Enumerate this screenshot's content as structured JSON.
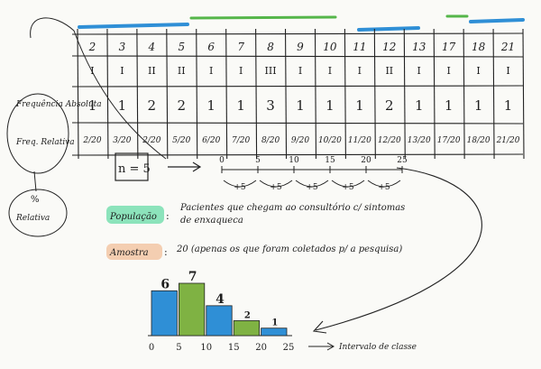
{
  "table": {
    "days": [
      "2",
      "3",
      "4",
      "5",
      "6",
      "7",
      "8",
      "9",
      "10",
      "11",
      "12",
      "13",
      "17",
      "18",
      "21"
    ],
    "marks": [
      "I",
      "I",
      "II",
      "II",
      "I",
      "I",
      "III",
      "I",
      "I",
      "I",
      "II",
      "I",
      "I",
      "I",
      "I"
    ],
    "counts": [
      "1",
      "1",
      "2",
      "2",
      "1",
      "1",
      "3",
      "1",
      "1",
      "1",
      "2",
      "1",
      "1",
      "1",
      "1"
    ],
    "dates": [
      "2/20",
      "3/20",
      "2/20",
      "5/20",
      "6/20",
      "7/20",
      "8/20",
      "9/20",
      "10/20",
      "11/20",
      "12/20",
      "13/20",
      "17/20",
      "18/20",
      "21/20"
    ]
  },
  "side": {
    "freq_abs": "Frequência Absoluta",
    "freq_rel": "Freq. Relativa",
    "percent": "%",
    "relative": "Relativa"
  },
  "n_label": "n = 5",
  "intervals": {
    "ticks": [
      "0",
      "5",
      "10",
      "15",
      "20",
      "25"
    ],
    "steps": [
      "+5",
      "+5",
      "+5",
      "+5",
      "+5"
    ]
  },
  "legend": {
    "population_word": "População",
    "population_text": "Pacientes que chegam ao consultório c/ sintomas de enxaqueca",
    "sample_word": "Amostra",
    "sample_text": "20 (apenas os que foram coletados p/ a pesquisa)"
  },
  "histogram": {
    "counts": [
      6,
      7,
      4,
      2,
      1
    ],
    "axis_labels": [
      "0",
      "5",
      "10",
      "15",
      "20",
      "25"
    ],
    "caption": "Intervalo de classe",
    "colors": [
      "#2f8fd6",
      "#7fb243",
      "#2f8fd6",
      "#7fb243",
      "#2f8fd6"
    ]
  },
  "colors": {
    "blue": "#2f8fd6",
    "green": "#55b64a",
    "highlight_green": "#7fe0b4",
    "highlight_orange": "#f3c9a8"
  }
}
